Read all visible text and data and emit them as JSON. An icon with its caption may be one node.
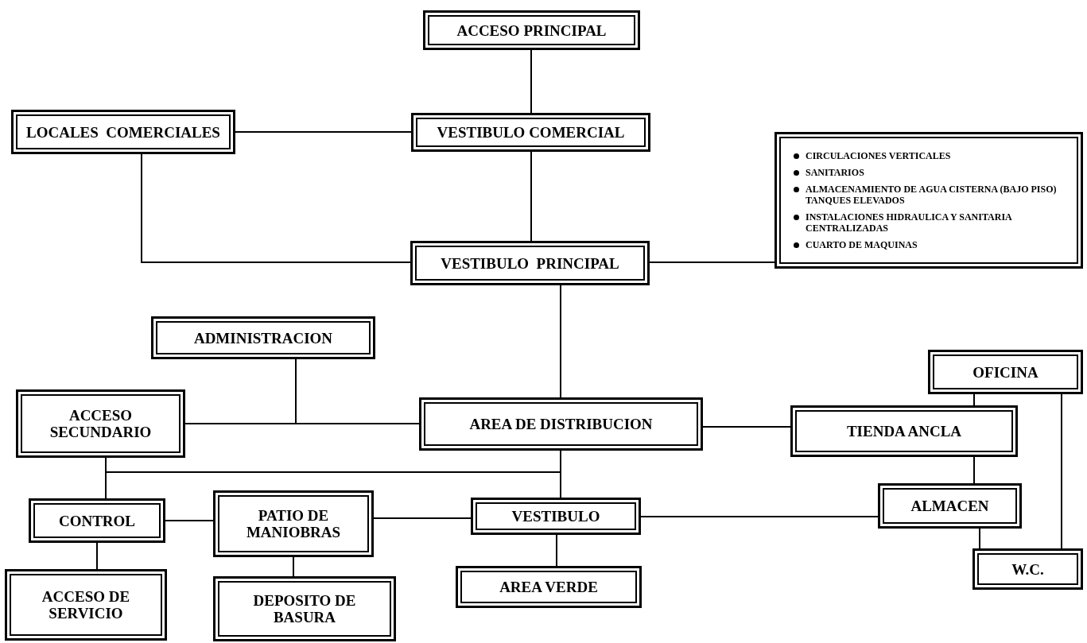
{
  "diagram": {
    "nodes": [
      {
        "text": [
          "ACCESO PRINCIPAL"
        ]
      },
      {
        "text": [
          "VESTIBULO COMERCIAL"
        ]
      },
      {
        "text": [
          "LOCALES  COMERCIALES"
        ]
      },
      {
        "text": [
          "VESTIBULO  PRINCIPAL"
        ]
      },
      {
        "text": [
          "CIRCULACIONES VERTICALES",
          "SANITARIOS",
          "ALMACENAMIENTO DE AGUA CISTERNA (BAJO PISO) TANQUES ELEVADOS",
          "INSTALACIONES HIDRAULICA Y SANITARIA CENTRALIZADAS",
          "CUARTO DE MAQUINAS"
        ]
      },
      {
        "text": [
          "ADMINISTRACION"
        ]
      },
      {
        "text": [
          "ACCESO SECUNDARIO"
        ]
      },
      {
        "text": [
          "AREA DE DISTRIBUCION"
        ]
      },
      {
        "text": [
          "OFICINA"
        ]
      },
      {
        "text": [
          "TIENDA ANCLA"
        ]
      },
      {
        "text": [
          "CONTROL"
        ]
      },
      {
        "text": [
          "PATIO DE MANIOBRAS"
        ]
      },
      {
        "text": [
          "VESTIBULO"
        ]
      },
      {
        "text": [
          "ALMACEN"
        ]
      },
      {
        "text": [
          "ACCESO DE SERVICIO"
        ]
      },
      {
        "text": [
          "DEPOSITO DE BASURA"
        ]
      },
      {
        "text": [
          "AREA VERDE"
        ]
      },
      {
        "text": [
          "W.C."
        ]
      }
    ],
    "edges": [
      {
        "from": 0,
        "to": 1,
        "arrow": "none"
      },
      {
        "from": 1,
        "to": 2,
        "arrow": "none"
      },
      {
        "from": 1,
        "to": 3,
        "arrow": "none"
      },
      {
        "from": 2,
        "to": 3,
        "arrow": "none"
      },
      {
        "from": 3,
        "to": 4,
        "arrow": "none"
      },
      {
        "from": 3,
        "to": 7,
        "arrow": "none"
      },
      {
        "from": 6,
        "to": 7,
        "arrow": "none"
      },
      {
        "from": 5,
        "to": 6,
        "arrow": "none"
      },
      {
        "from": 5,
        "to": 7,
        "arrow": "none"
      },
      {
        "from": 6,
        "to": 10,
        "arrow": "none"
      },
      {
        "from": 7,
        "to": 12,
        "arrow": "none"
      },
      {
        "from": 6,
        "to": 7,
        "arrow": "none"
      },
      {
        "from": 7,
        "to": 9,
        "arrow": "none"
      },
      {
        "from": 8,
        "to": 9,
        "arrow": "none"
      },
      {
        "from": 8,
        "to": 17,
        "arrow": "none"
      },
      {
        "from": 9,
        "to": 13,
        "arrow": "none"
      },
      {
        "from": 12,
        "to": 13,
        "arrow": "none"
      },
      {
        "from": 13,
        "to": 17,
        "arrow": "none"
      },
      {
        "from": 10,
        "to": 11,
        "arrow": "none"
      },
      {
        "from": 11,
        "to": 12,
        "arrow": "none"
      },
      {
        "from": 10,
        "to": 14,
        "arrow": "none"
      },
      {
        "from": 11,
        "to": 15,
        "arrow": "none"
      },
      {
        "from": 12,
        "to": 16,
        "arrow": "none"
      }
    ]
  }
}
